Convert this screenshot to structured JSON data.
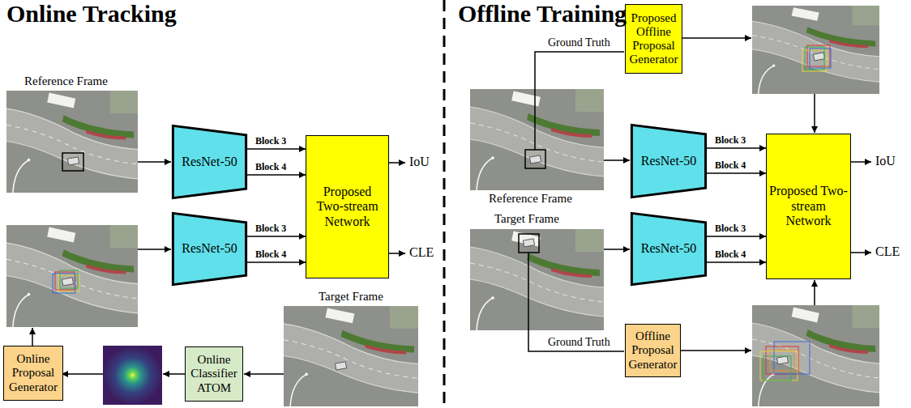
{
  "diagram": {
    "nodes": [
      {
        "text": [
          "ResNet-50"
        ]
      },
      {
        "text": [
          "ResNet-50"
        ]
      },
      {
        "text": [
          "Proposed Two-stream Network"
        ]
      },
      {
        "text": [
          "Online Classifier ATOM"
        ]
      },
      {
        "text": [
          "Online Proposal Generator"
        ]
      },
      {
        "text": [
          "Proposed Offline Proposal Generator"
        ]
      },
      {
        "text": [
          "ResNet-50"
        ]
      },
      {
        "text": [
          "ResNet-50"
        ]
      },
      {
        "text": [
          "Proposed Two-stream Network"
        ]
      },
      {
        "text": [
          "Offline Proposal Generator"
        ]
      }
    ],
    "edges": [
      {
        "from": 0,
        "to": 2,
        "label": "Block 3",
        "arrow": "to"
      },
      {
        "from": 0,
        "to": 2,
        "label": "Block 4",
        "arrow": "to"
      },
      {
        "from": 1,
        "to": 2,
        "label": "Block 3",
        "arrow": "to"
      },
      {
        "from": 1,
        "to": 2,
        "label": "Block 4",
        "arrow": "to"
      },
      {
        "from": 6,
        "to": 8,
        "label": "Block 3",
        "arrow": "to"
      },
      {
        "from": 6,
        "to": 8,
        "label": "Block 4",
        "arrow": "to"
      },
      {
        "from": 7,
        "to": 8,
        "label": "Block 3",
        "arrow": "to"
      },
      {
        "from": 7,
        "to": 8,
        "label": "Block 4",
        "arrow": "to"
      }
    ],
    "labels": [
      "Online Tracking",
      "Offline Training",
      "Reference Frame",
      "Target Frame",
      "IoU",
      "CLE",
      "Ground Truth",
      "Reference Frame",
      "Target Frame",
      "Ground Truth",
      "IoU",
      "CLE"
    ]
  }
}
